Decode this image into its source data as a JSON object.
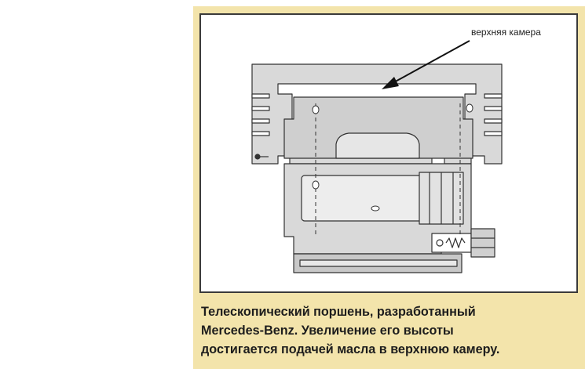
{
  "diagram": {
    "callout_label": "верхняя камера"
  },
  "caption": {
    "lines": [
      "Телескопический поршень, разработанный",
      "Mercedes-Benz. Увеличение его высоты",
      "достигается подачей масла в верхнюю камеру."
    ]
  },
  "colors": {
    "panel_background": "#f3e4ab",
    "piston_fill": "#d9d9d9",
    "piston_dark_fill": "#c2c2c2",
    "outline": "#333333"
  }
}
